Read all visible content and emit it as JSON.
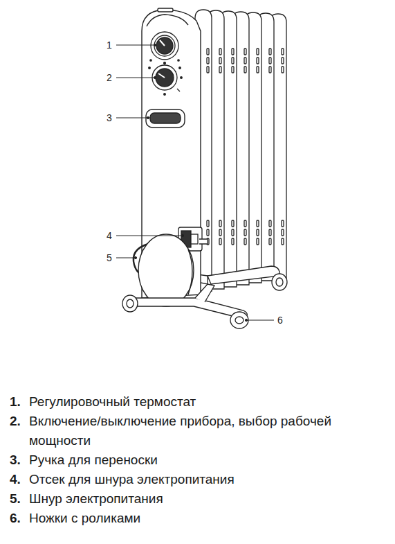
{
  "diagram": {
    "labels": [
      "1",
      "2",
      "3",
      "4",
      "5",
      "6",
      "1.",
      "Регулировочный термостат",
      "2.",
      "Включение/выключение прибора, выбор рабочей мощности",
      "3.",
      "Ручка для переноски",
      "4.",
      "Отсек для шнура электропитания",
      "5.",
      "Шнур электропитания",
      "6.",
      "Ножки с роликами"
    ]
  }
}
